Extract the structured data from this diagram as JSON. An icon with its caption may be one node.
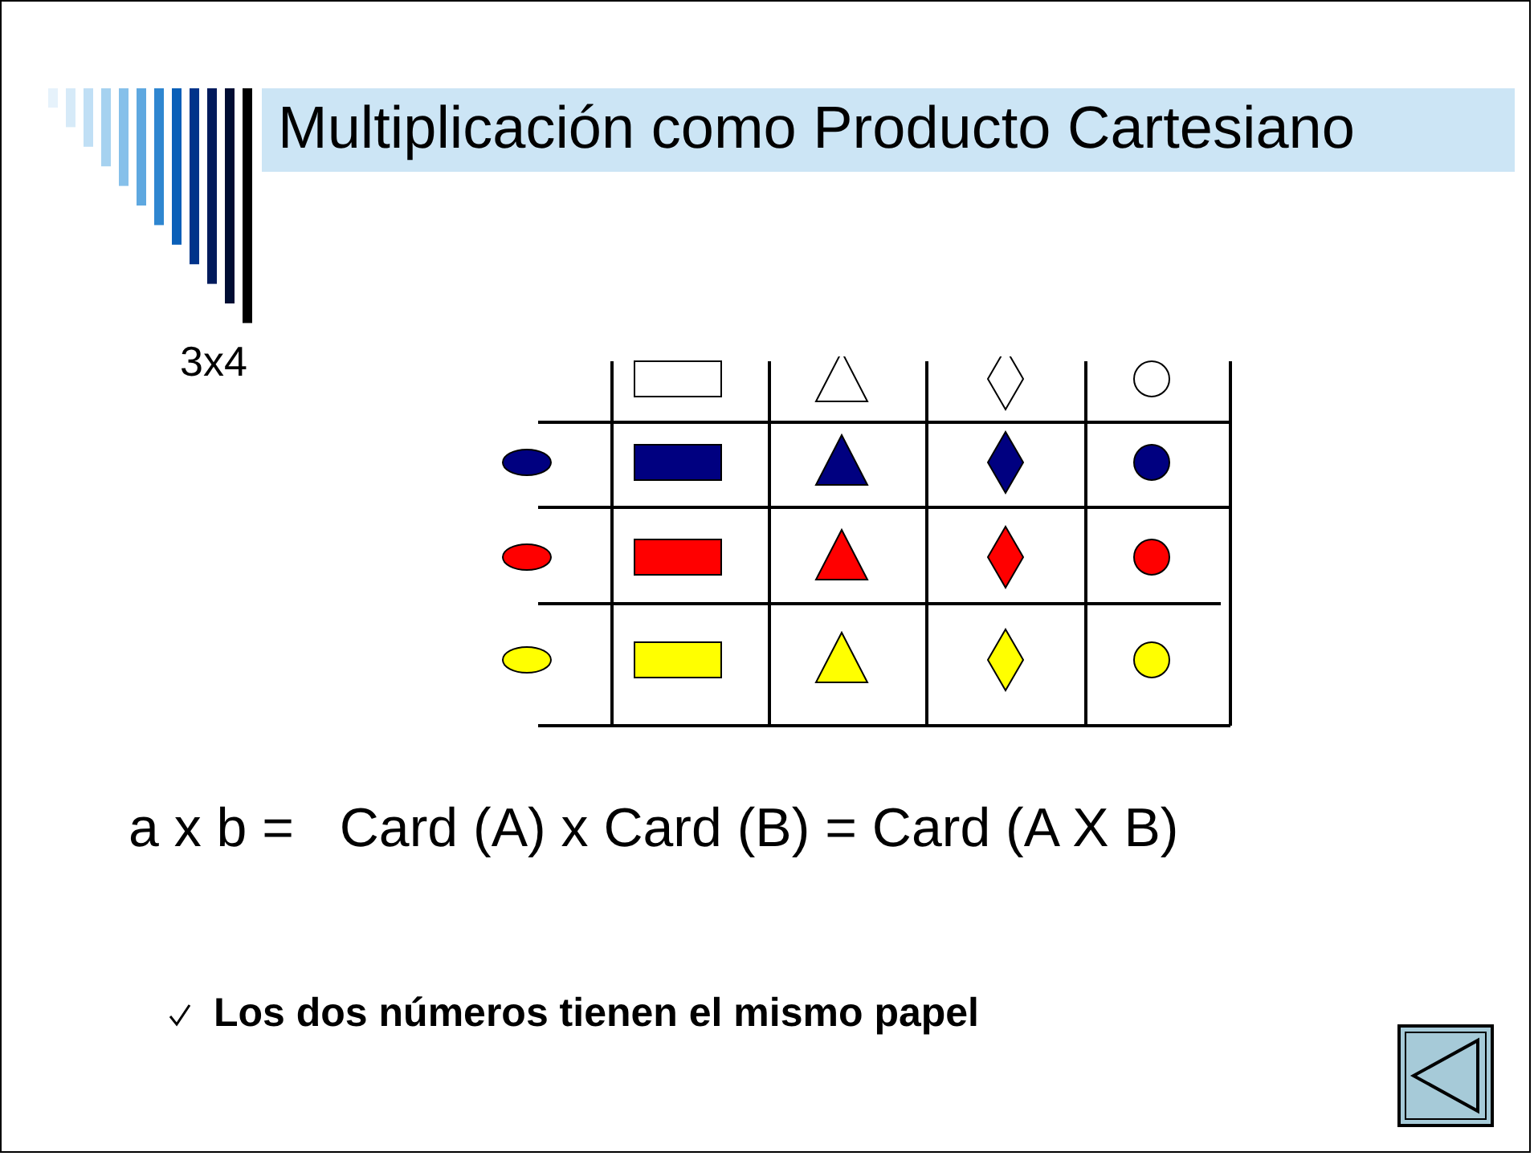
{
  "diagram": {
    "title": "Multiplicación como Producto Cartesiano",
    "labels": [
      "3x4",
      "a x b =   Card (A) x Card (B) = Card (A X B)",
      "Los dos números tienen el mismo papel"
    ]
  }
}
